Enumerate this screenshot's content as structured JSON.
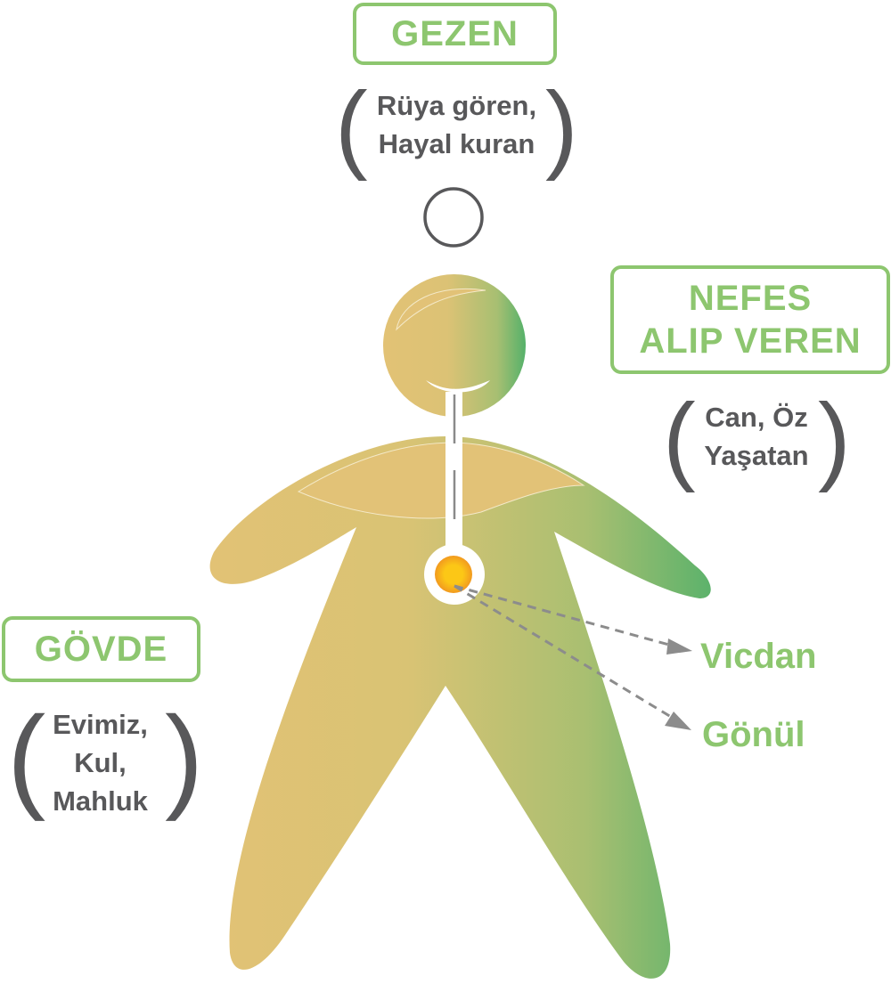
{
  "gezen": {
    "title": "GEZEN",
    "desc": [
      "Rüya gören,",
      "Hayal kuran"
    ]
  },
  "nefes": {
    "title": [
      "NEFES",
      "ALIP VEREN"
    ],
    "desc": [
      "Can, Öz",
      "Yaşatan"
    ]
  },
  "govde": {
    "title": "GÖVDE",
    "desc": [
      "Evimiz,",
      "Kul,",
      "Mahluk"
    ]
  },
  "heart_labels": [
    "Vicdan",
    "Gönül"
  ],
  "colors": {
    "accent": "#8dc66f",
    "text": "#58585a",
    "body_warm": "#e2c275",
    "body_green": "#4fb06a",
    "heart": "#f7b51d"
  }
}
